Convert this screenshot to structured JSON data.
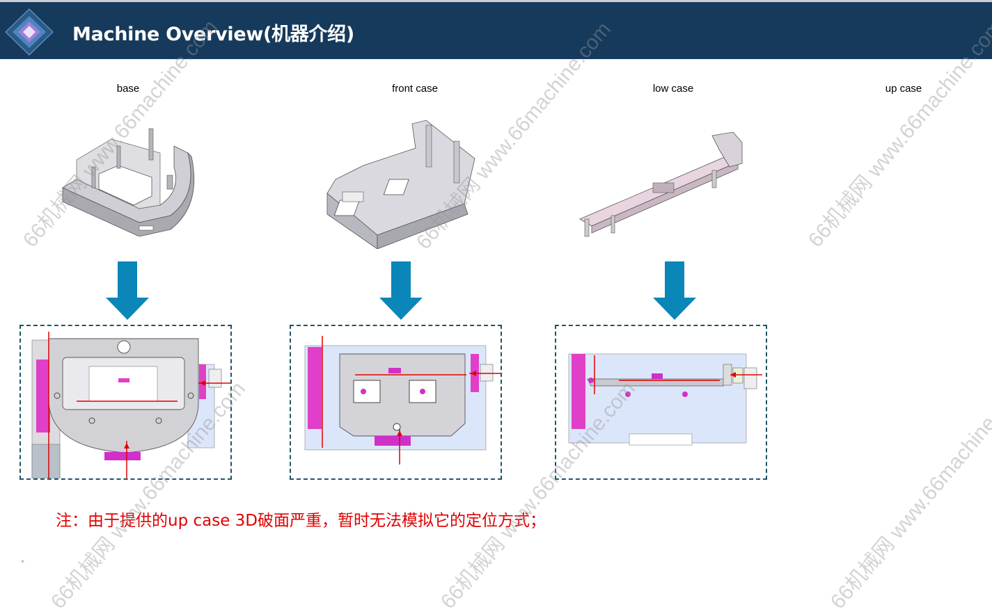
{
  "header": {
    "title": "Machine Overview(机器介绍)"
  },
  "parts": [
    {
      "label": "base"
    },
    {
      "label": "front case"
    },
    {
      "label": "low case"
    },
    {
      "label": "up case"
    }
  ],
  "note": "注：由于提供的up case 3D破面严重，暂时无法模拟它的定位方式；",
  "watermark": "66机械网 www.66machine.com",
  "colors": {
    "header_bg": "#163a5c",
    "arrow": "#0a86b8",
    "note": "#e00000",
    "fixture_pink": "#e040c8",
    "panel_blue": "#dce6fb",
    "part_gray": "#c9c9cf"
  }
}
